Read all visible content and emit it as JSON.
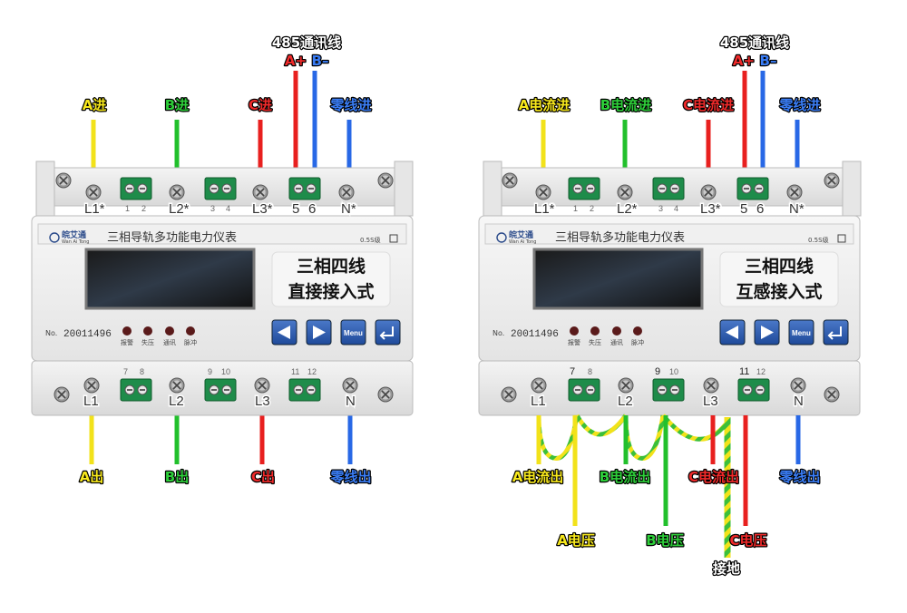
{
  "meters": [
    {
      "brand": "皖艾通",
      "brand_en": "Wan Ai Tong",
      "title": "三相导轨多功能电力仪表",
      "accuracy": "0.5S级",
      "mode_line1": "三相四线",
      "mode_line2": "直接接入式",
      "serial_label": "No.",
      "serial": "20011496",
      "indicators": [
        "报警",
        "失压",
        "通讯",
        "脉冲"
      ],
      "menu_label": "Menu",
      "top_terminals": [
        "L1*",
        "L2*",
        "L3*",
        "5",
        "6",
        "N*"
      ],
      "top_numbers": [
        "1",
        "2",
        "3",
        "4"
      ],
      "bottom_terminals": [
        "L1",
        "L2",
        "L3",
        "N"
      ],
      "bottom_numbers": [
        "7",
        "8",
        "9",
        "10",
        "11",
        "12"
      ],
      "wire_labels_top": [
        "A进",
        "B进",
        "C进",
        "零线进"
      ],
      "wire_labels_bottom": [
        "A出",
        "B出",
        "C出",
        "零线出"
      ],
      "comm_label": "485通讯线",
      "comm_a": "A+",
      "comm_b": "B–"
    },
    {
      "brand": "皖艾通",
      "brand_en": "Wan Ai Tong",
      "title": "三相导轨多功能电力仪表",
      "accuracy": "0.5S级",
      "mode_line1": "三相四线",
      "mode_line2": "互感接入式",
      "serial_label": "No.",
      "serial": "20011496",
      "indicators": [
        "报警",
        "失压",
        "通讯",
        "脉冲"
      ],
      "menu_label": "Menu",
      "top_terminals": [
        "L1*",
        "L2*",
        "L3*",
        "5",
        "6",
        "N*"
      ],
      "top_numbers": [
        "1",
        "2",
        "3",
        "4"
      ],
      "bottom_terminals": [
        "L1",
        "L2",
        "L3",
        "N"
      ],
      "bottom_numbers": [
        "7",
        "8",
        "9",
        "10",
        "11",
        "12"
      ],
      "wire_labels_top": [
        "A电流进",
        "B电流进",
        "C电流进",
        "零线进"
      ],
      "wire_labels_bottom": [
        "A电流出",
        "B电流出",
        "C电流出",
        "零线出"
      ],
      "wire_labels_voltage": [
        "A电压",
        "B电压",
        "C电压"
      ],
      "ground_label": "接地",
      "comm_label": "485通讯线",
      "comm_a": "A+",
      "comm_b": "B–"
    }
  ],
  "colors": {
    "phase_a": "#f2e21a",
    "phase_b": "#22c02c",
    "phase_c": "#e8201f",
    "neutral": "#2868e6",
    "comm_a": "#e8201f",
    "comm_b": "#2868e6",
    "ground": "#9acd32"
  }
}
